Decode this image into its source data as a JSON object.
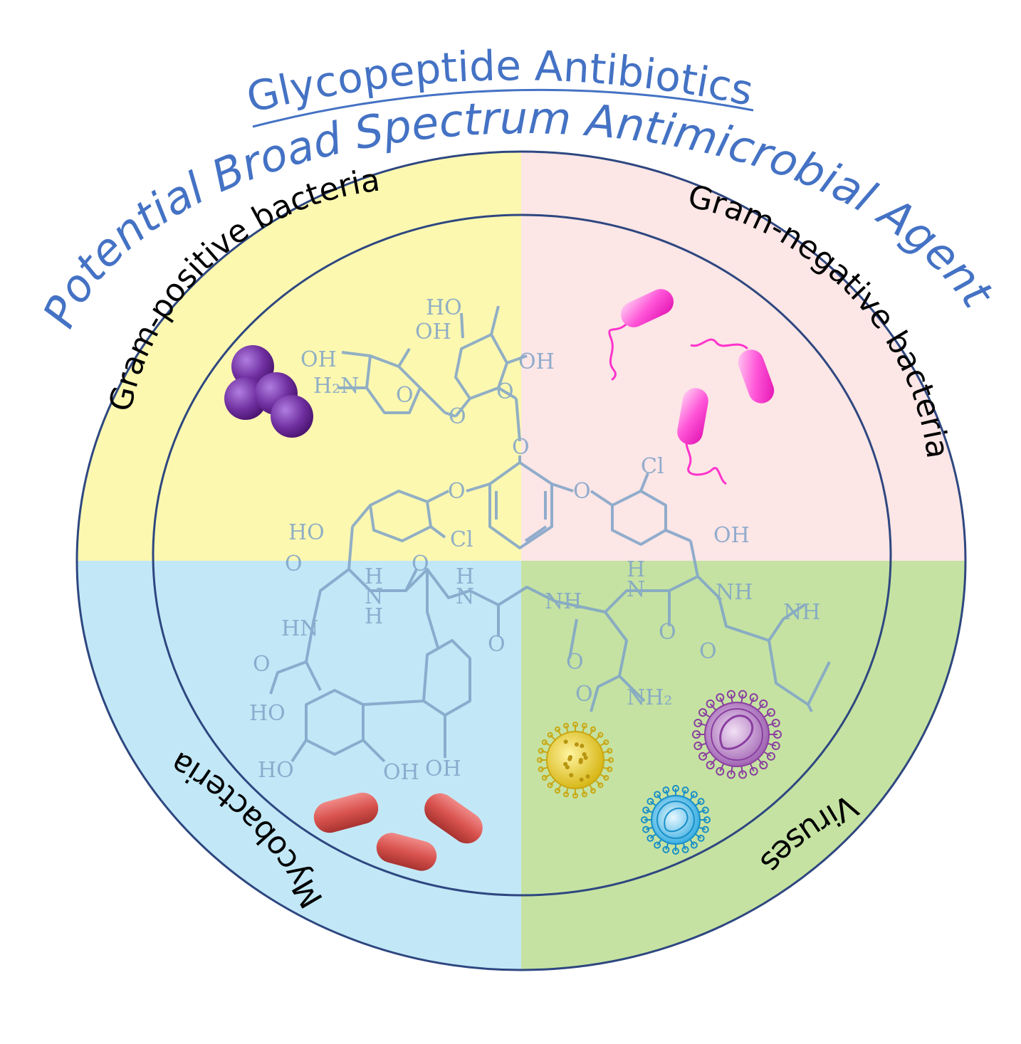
{
  "title": "Glycopeptide Antibiotics",
  "subtitle": "Potential Broad Spectrum Antimicrobial Agents",
  "quadrants": {
    "top_left": {
      "label": "Gram-positive bacteria",
      "color": "#fcf8b0"
    },
    "top_right": {
      "label": "Gram-negative bacteria",
      "color": "#fce6e6"
    },
    "bottom_left": {
      "label": "Mycobacteria",
      "color": "#c2e8f7"
    },
    "bottom_right": {
      "label": "Viruses",
      "color": "#c5e2a2"
    }
  },
  "colors": {
    "title": "#4472c4",
    "ring": "#2e4780",
    "structure": "#7fa3c8",
    "cocci": "#7030a0",
    "rods_gram_negative": "#ff33cc",
    "mycobacteria": "#d9534f"
  },
  "structure_labels": {
    "ho1": "HO",
    "oh1": "OH",
    "oh_sugar": "OH",
    "h2n": "H₂N",
    "oh2": "OH",
    "o_ring1": "O",
    "o_ring2": "O",
    "o_link1": "O",
    "o_link2": "O",
    "o_link3": "O",
    "o_link4": "O",
    "cl1": "Cl",
    "cl2": "Cl",
    "ho_left": "HO",
    "oh_right": "OH",
    "o_c1": "O",
    "o_c2": "O",
    "o_c3": "O",
    "o_c4": "O",
    "o_c5": "O",
    "o_c6": "O",
    "o_c7": "O",
    "h1": "H",
    "n1": "N",
    "h2": "H",
    "n2": "N",
    "hn": "HN",
    "nh1": "NH",
    "h3": "H",
    "n3": "N",
    "nh2": "NH",
    "nh3": "NH",
    "nh2_amide": "NH₂",
    "ho_acid": "HO",
    "ho_bottom1": "HO",
    "oh_bottom1": "OH",
    "oh_bottom2": "OH"
  }
}
